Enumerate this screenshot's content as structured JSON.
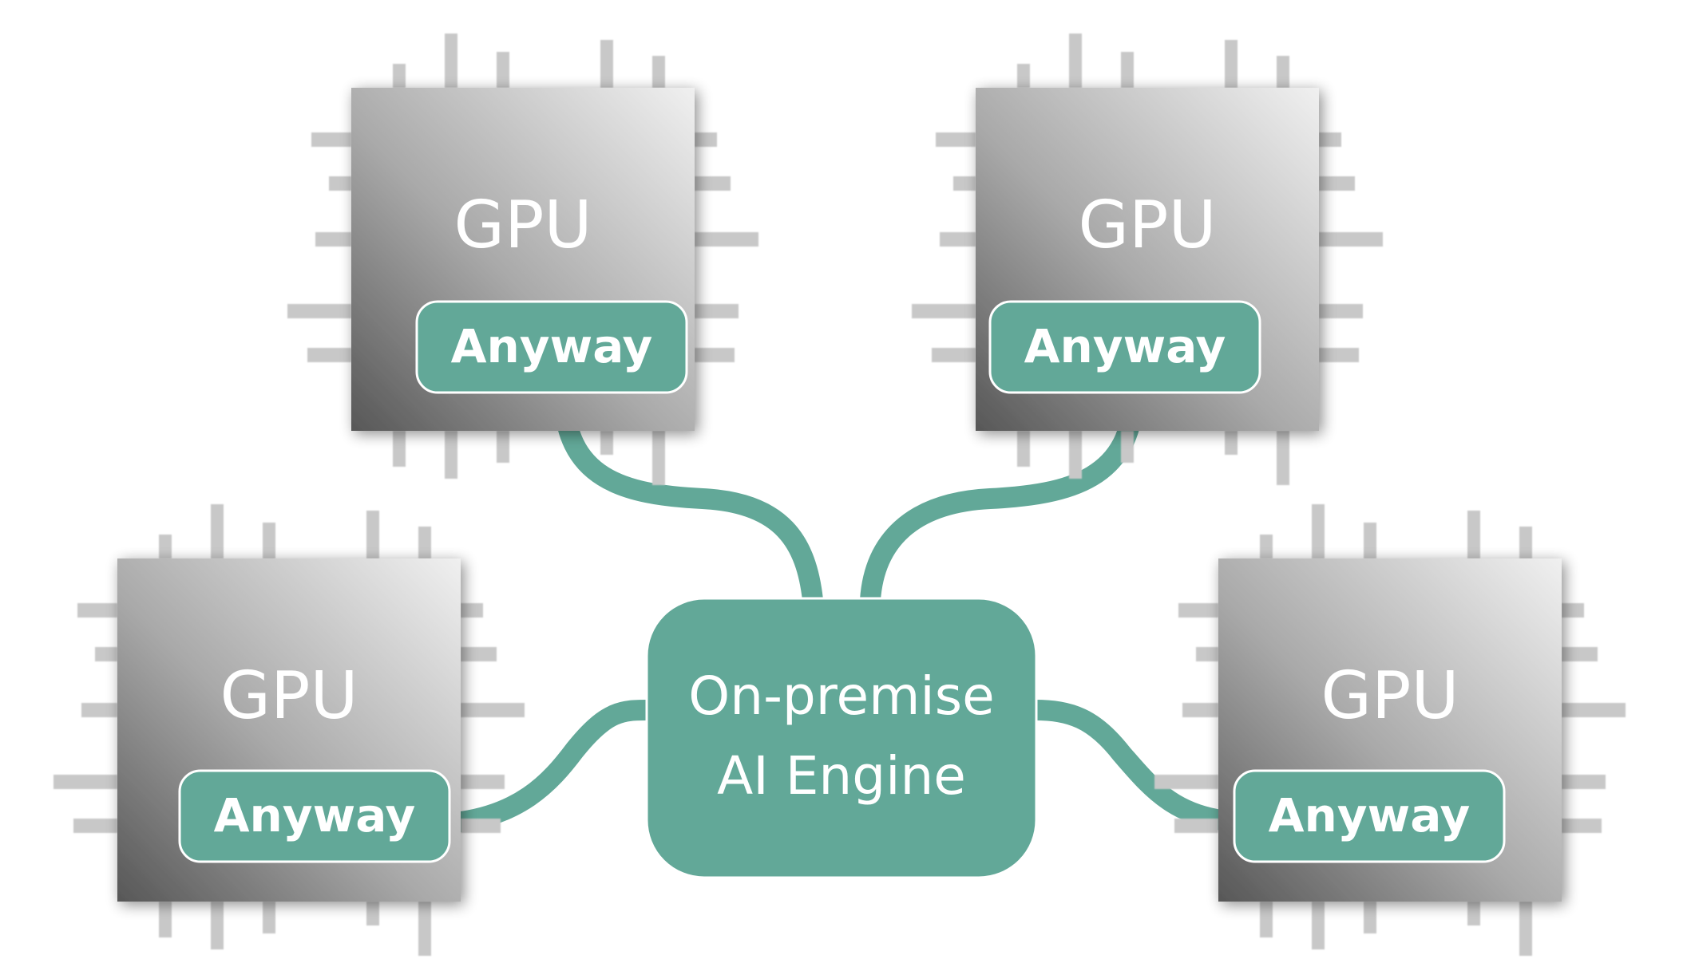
{
  "colors": {
    "accent": "#62a898",
    "accent_stroke": "#ffffff",
    "pin": "#c8c8c8",
    "chip_light": "#ececec",
    "chip_dark": "#5e5e5e",
    "text": "#ffffff"
  },
  "engine": {
    "line1": "On-premise",
    "line2": "AI Engine"
  },
  "gpus": [
    {
      "title": "GPU",
      "badge": "Anyway"
    },
    {
      "title": "GPU",
      "badge": "Anyway"
    },
    {
      "title": "GPU",
      "badge": "Anyway"
    },
    {
      "title": "GPU",
      "badge": "Anyway"
    }
  ]
}
